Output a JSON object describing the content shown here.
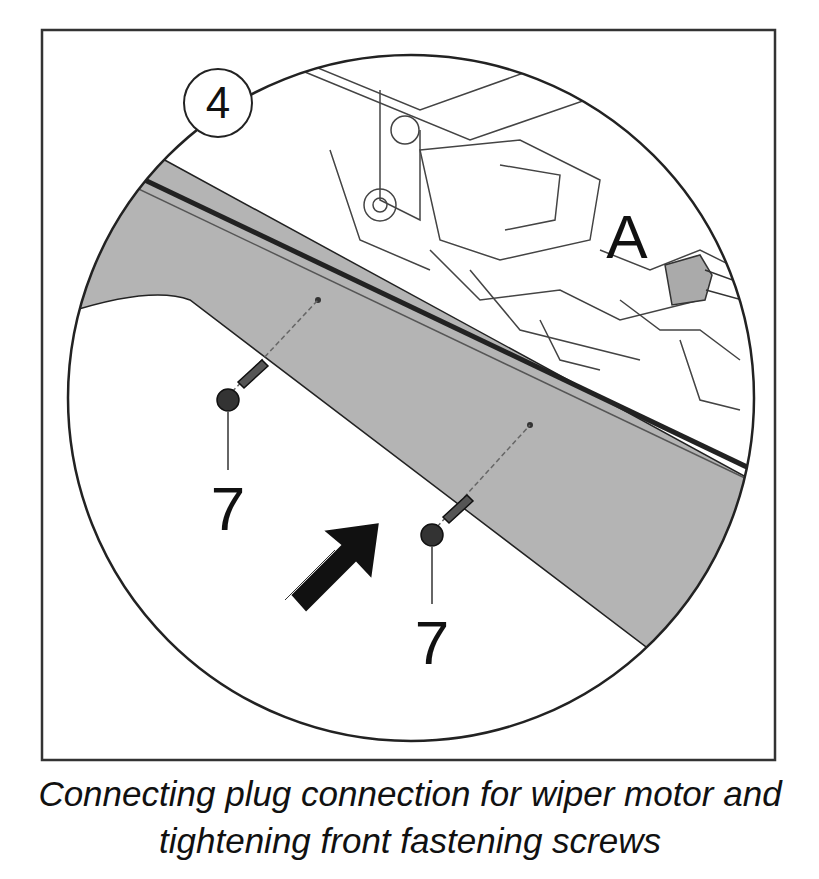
{
  "diagram": {
    "caption": "Connecting plug connection for wiper motor and tightening front fastening screws",
    "nodes": [
      {
        "text": [
          "4"
        ]
      }
    ],
    "labels": [
      "A",
      "7",
      "7"
    ]
  }
}
